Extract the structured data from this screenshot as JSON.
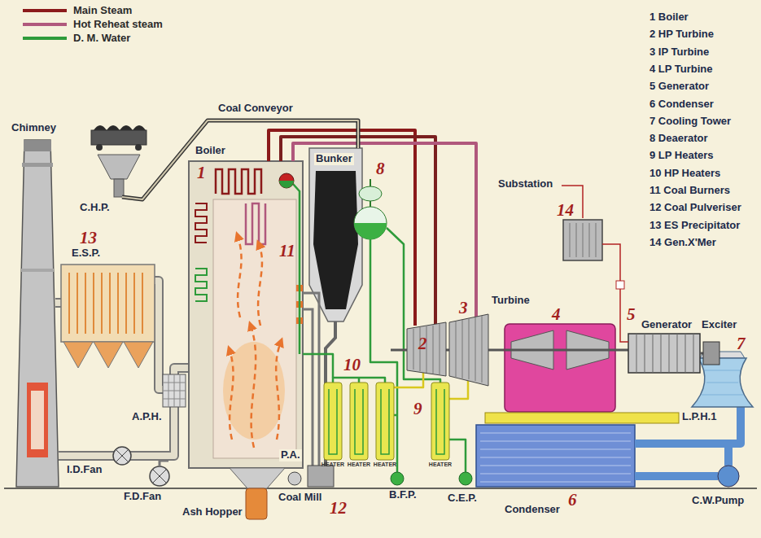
{
  "diagram": {
    "labels": [
      "1 Boiler",
      "2 HP Turbine",
      "3 IP Turbine",
      "4 LP Turbine",
      "5 Generator",
      "6 Condenser",
      "7 Cooling Tower",
      "8 Deaerator",
      "9 LP Heaters",
      "10 HP Heaters",
      "11 Coal Burners",
      "12 Coal Pulveriser",
      "13 ES Precipitator",
      "14 Gen.X'Mer",
      "Chimney",
      "Coal Conveyor",
      "C.H.P.",
      "Boiler",
      "1",
      "Bunker",
      "8",
      "11",
      "13",
      "E.S.P.",
      "Substation",
      "14",
      "Turbine",
      "2",
      "3",
      "4",
      "5",
      "Generator",
      "Exciter",
      "7",
      "10",
      "9",
      "L.P.H.1",
      "A.P.H.",
      "P.A.",
      "I.D.Fan",
      "F.D.Fan",
      "Ash Hopper",
      "Coal Mill",
      "12",
      "B.F.P.",
      "C.E.P.",
      "Condenser",
      "6",
      "C.W.Pump",
      "HEATER",
      "HEATER",
      "HEATER",
      "HEATER"
    ],
    "legend": [
      {
        "text": "Main Steam"
      },
      {
        "text": "Hot Reheat steam"
      },
      {
        "text": "D. M. Water"
      }
    ]
  }
}
